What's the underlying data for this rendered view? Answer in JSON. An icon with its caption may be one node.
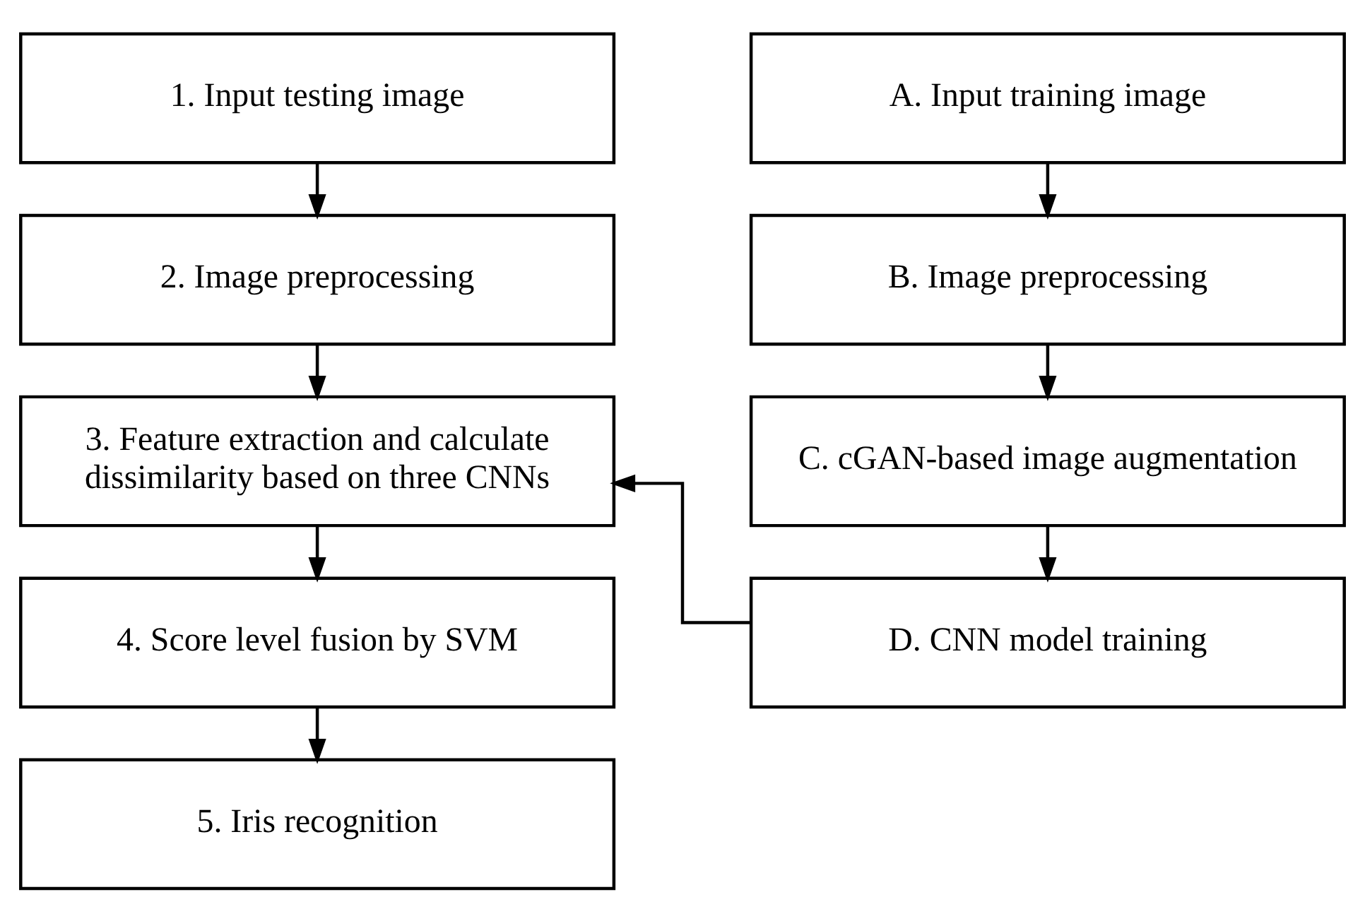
{
  "diagram": {
    "nodes": [
      {
        "text": [
          "1. Input testing image"
        ]
      },
      {
        "text": [
          "2. Image preprocessing"
        ]
      },
      {
        "text": [
          "3. Feature extraction and calculate dissimilarity based on three CNNs"
        ]
      },
      {
        "text": [
          "4. Score level fusion by SVM"
        ]
      },
      {
        "text": [
          "5. Iris recognition"
        ]
      },
      {
        "text": [
          "A. Input training image"
        ]
      },
      {
        "text": [
          "B. Image preprocessing"
        ]
      },
      {
        "text": [
          "C. cGAN-based image augmentation"
        ]
      },
      {
        "text": [
          "D. CNN model training"
        ]
      }
    ],
    "edges": [
      {
        "from": 0,
        "to": 1,
        "arrow": "to"
      },
      {
        "from": 1,
        "to": 2,
        "arrow": "to"
      },
      {
        "from": 2,
        "to": 3,
        "arrow": "to"
      },
      {
        "from": 3,
        "to": 4,
        "arrow": "to"
      },
      {
        "from": 5,
        "to": 6,
        "arrow": "to"
      },
      {
        "from": 6,
        "to": 7,
        "arrow": "to"
      },
      {
        "from": 7,
        "to": 8,
        "arrow": "to"
      },
      {
        "from": 8,
        "to": 2,
        "arrow": "to"
      }
    ]
  }
}
